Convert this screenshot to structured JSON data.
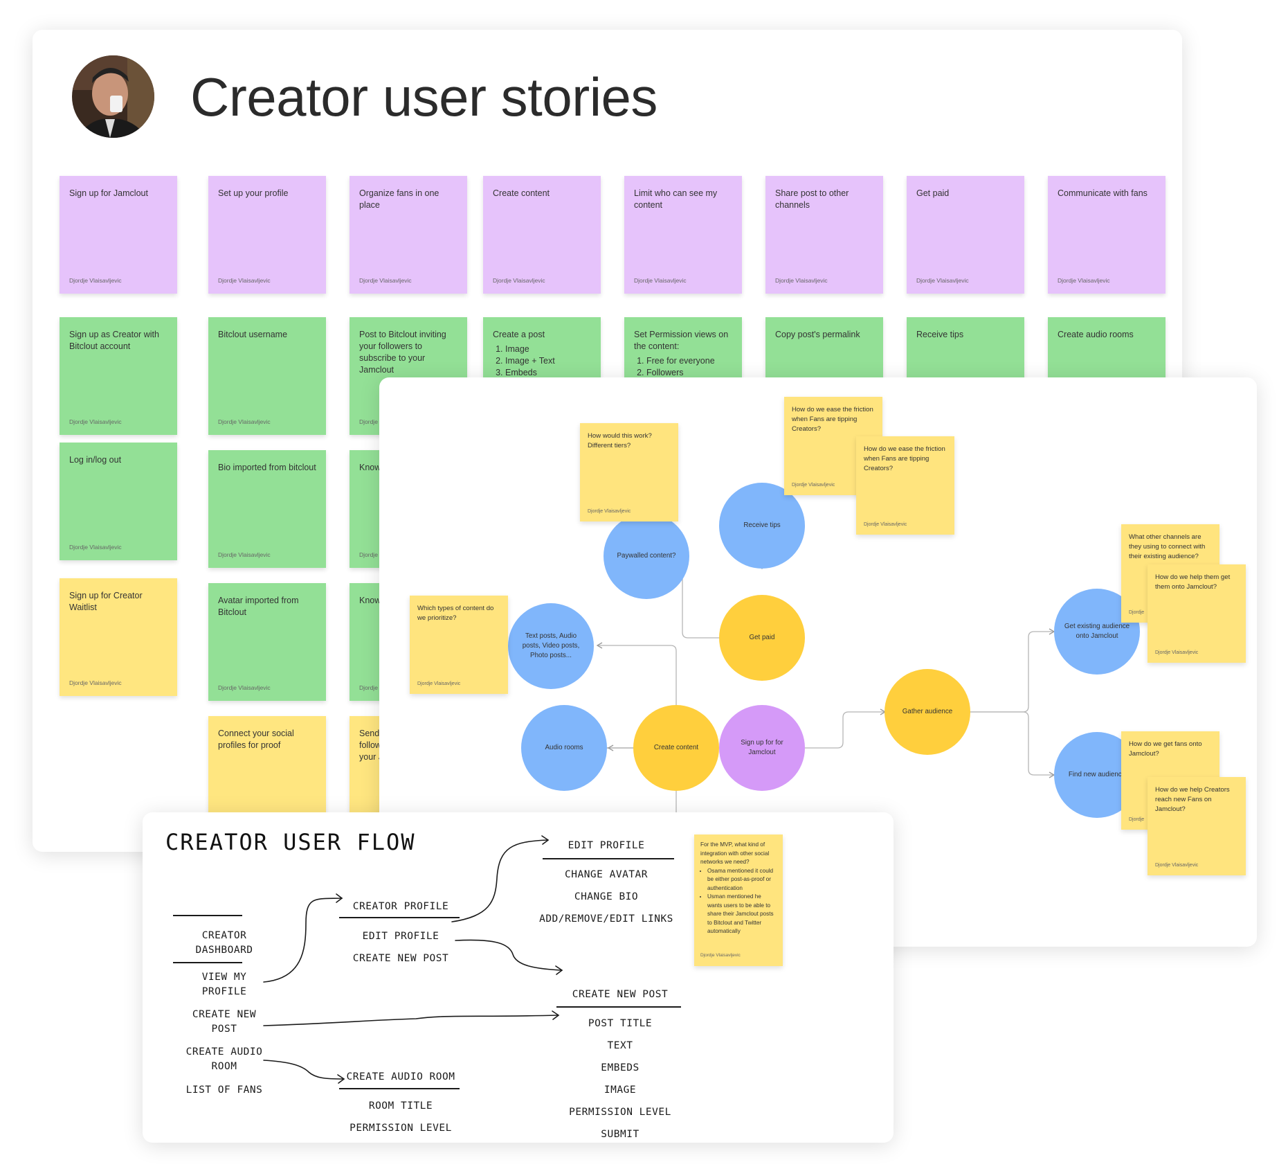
{
  "stories": {
    "title": "Creator user stories",
    "author": "Djordje Vlaisavljevic",
    "row1": [
      "Sign up for Jamclout",
      "Set up your profile",
      "Organize fans in one place",
      "Create content",
      "Limit who can see my content",
      "Share post to other channels",
      "Get paid",
      "Communicate with fans"
    ],
    "col1": [
      "Sign up as Creator with Bitclout account",
      "Log in/log out",
      "Sign up for Creator Waitlist"
    ],
    "col2": [
      "Bitclout username",
      "Bio imported from bitclout",
      "Avatar imported from Bitclout",
      "Connect your social profiles for proof"
    ],
    "col3": [
      "Post to Bitclout inviting your followers to subscribe to your Jamclout",
      "Know",
      "Know",
      "Send\nfollow\nyour J"
    ],
    "col4": {
      "title": "Create a post",
      "items": [
        "Image",
        "Image + Text",
        "Embeds"
      ]
    },
    "col5": {
      "title": "Set Permission views on the content:",
      "items": [
        "Free for everyone",
        "Followers"
      ]
    },
    "col6": "Copy post's permalink",
    "col7": "Receive tips",
    "col8": "Create audio rooms"
  },
  "mindmap": {
    "author": "Djordje Vlaisavljevic",
    "nodes": {
      "signup": "Sign up for for Jamclout",
      "create_content": "Create content",
      "audio_rooms": "Audio rooms",
      "text_posts": "Text posts, Audio posts, Video posts, Photo posts...",
      "get_paid": "Get paid",
      "paywalled": "Paywalled content?",
      "receive_tips": "Receive tips",
      "gather_audience": "Gather audience",
      "existing_audience": "Get existing audience onto Jamclout",
      "find_audience": "Find new audience"
    },
    "notes": {
      "tiers": "How would this work? Different tiers?",
      "tipping1": "How do we ease the friction when Fans are tipping Creators?",
      "tipping2": "How do we ease the friction when Fans are tipping Creators?",
      "prioritize": "Which types of content do we prioritize?",
      "channels": "What other channels are they using to connect with their existing audience?",
      "onto": "How do we help them get them onto Jamclout?",
      "fans_onto": "How do we get fans onto Jamclout?",
      "reach": "How do we help Creators reach new Fans on Jamclout?"
    },
    "cut_author": "Djordje"
  },
  "flow": {
    "title": "CREATOR USER FLOW",
    "dashboard": "CREATOR\nDASHBOARD",
    "view_profile": "VIEW MY\nPROFILE",
    "create_post": "CREATE NEW\nPOST",
    "create_room": "CREATE AUDIO\nROOM",
    "list_fans": "LIST OF FANS",
    "creator_profile": "CREATOR PROFILE",
    "edit_profile": "EDIT PROFILE",
    "create_new_post": "CREATE NEW POST",
    "create_audio_room": "CREATE AUDIO ROOM",
    "room_title": "ROOM TITLE",
    "permission_level": "PERMISSION LEVEL",
    "edit_profile_head": "EDIT PROFILE",
    "change_avatar": "CHANGE AVATAR",
    "change_bio": "CHANGE BIO",
    "links": "ADD/REMOVE/EDIT LINKS",
    "new_post_head": "CREATE NEW POST",
    "post_title": "POST TITLE",
    "text": "TEXT",
    "embeds": "EMBEDS",
    "image": "IMAGE",
    "post_permission": "PERMISSION LEVEL",
    "submit": "SUBMIT",
    "mvp_note": {
      "intro": "For the MVP, what kind of integration with other social networks we need?",
      "bullets": [
        "Osama mentioned it could be either post-as-proof or authentication",
        "Usman mentioned he wants users to be able to share their Jamclout posts to Bitclout and Twitter automatically"
      ],
      "author": "Djordje Vlaisavljevic"
    }
  }
}
